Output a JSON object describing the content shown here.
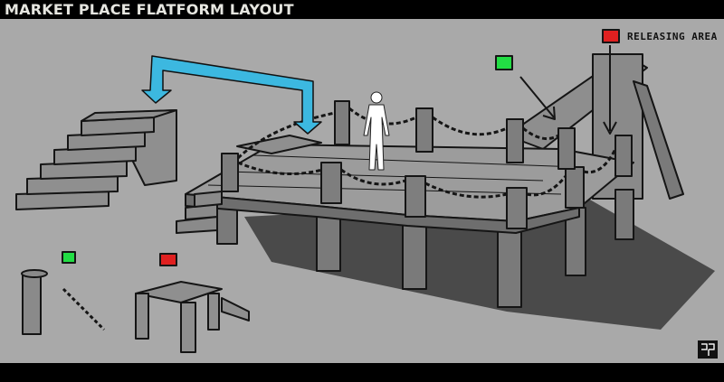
{
  "header": {
    "title": "MARKET PLACE FLATFORM LAYOUT"
  },
  "annotations": {
    "releasing_label": "RELEASING AREA"
  },
  "colors": {
    "marker_red": "#e02020",
    "marker_green": "#22dd44",
    "arrow_blue": "#3cb8e0",
    "background": "#a9a9a9"
  },
  "logo": {
    "text": "CP"
  }
}
